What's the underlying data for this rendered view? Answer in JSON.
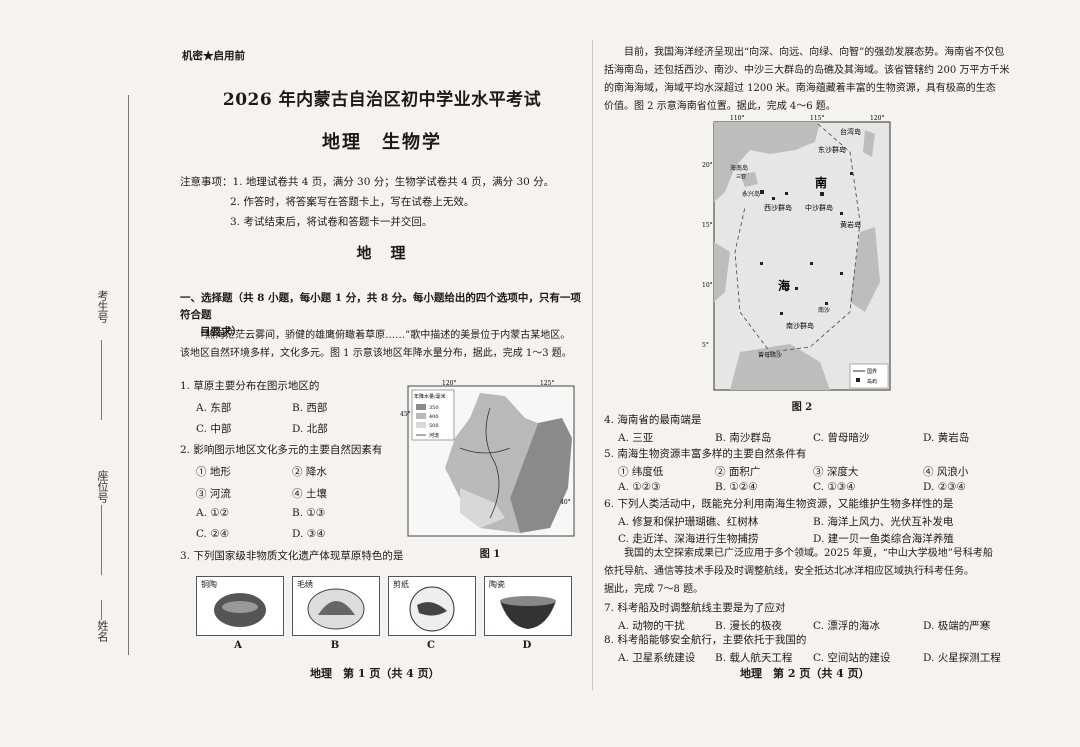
{
  "left_margin": {
    "kaohao": "考生号",
    "zuoweihao": "座位号",
    "xingming": "姓名"
  },
  "left_page": {
    "secret": "机密★启用前",
    "exam_title": "2026 年内蒙古自治区初中学业水平考试",
    "subject_title": "地理　生物学",
    "notes": [
      "注意事项：1. 地理试卷共 4 页，满分 30 分；生物学试卷共 4 页，满分 30 分。",
      "2. 作答时，将答案写在答题卡上，写在试卷上无效。",
      "3. 考试结束后，将试卷和答题卡一并交回。"
    ],
    "section_title": "地　理",
    "instruction_1": "一、选择题（共 8 小题，每小题 1 分，共 8 分。每小题给出的四个选项中，只有一项符合题",
    "instruction_2": "目要求）",
    "intro_1": "“热海茫茫云雾间，骄健的雄鹰俯瞰着草原……”歌中描述的美景位于内蒙古某地区。",
    "intro_2": "该地区自然环境多样，文化多元。图 1 示意该地区年降水量分布，据此，完成 1～3 题。",
    "q1": "1. 草原主要分布在图示地区的",
    "q1_opts": [
      "A. 东部",
      "B. 西部",
      "C. 中部",
      "D. 北部"
    ],
    "q2": "2. 影响图示地区文化多元的主要自然因素有",
    "q2_items": [
      "① 地形",
      "② 降水",
      "③ 河流",
      "④ 土壤"
    ],
    "q2_opts": [
      "A. ①②",
      "B. ①③",
      "C. ②④",
      "D. ③④"
    ],
    "q3": "3. 下列国家级非物质文化遗产体现草原特色的是",
    "fig1_label": "图 1",
    "fig1_legend_title": "年降水量/毫米",
    "fig1_legend": [
      "350",
      "400",
      "500"
    ],
    "fig1_lat": [
      "45°",
      "40°"
    ],
    "fig1_lon": [
      "120°",
      "125°"
    ],
    "fig1_river": "河流",
    "thumbs": [
      {
        "cap": "铜陶",
        "letter": "A"
      },
      {
        "cap": "毛绣",
        "letter": "B"
      },
      {
        "cap": "剪纸",
        "letter": "C"
      },
      {
        "cap": "陶瓷",
        "letter": "D"
      }
    ],
    "footer": "地理　第 1 页（共 4 页）"
  },
  "right_page": {
    "intro_1": "目前，我国海洋经济呈现出“向深、向远、向绿、向智”的强劲发展态势。海南省不仅包",
    "intro_2": "括海南岛，还包括西沙、南沙、中沙三大群岛的岛礁及其海域。该省管辖约 200 万平方千米",
    "intro_3": "的南海海域，海域平均水深超过 1200 米。南海蕴藏着丰富的生物资源，具有极高的生态",
    "intro_4": "价值。图 2 示意海南省位置。据此，完成 4～6 题。",
    "map_labels": {
      "taiwan": "台湾岛",
      "dongsha": "东沙群岛",
      "hainan": "海南岛",
      "xisha": "西沙群岛",
      "yongxing": "永兴岛",
      "huangyan": "黄岩岛",
      "zhongsha": "中沙群岛",
      "nan": "南",
      "hai": "海",
      "nansha": "南沙群岛",
      "zengmu": "曾母暗沙",
      "sanya": "三亚",
      "nanzhao": "南沙"
    },
    "map_lon": [
      "110°",
      "115°",
      "120°"
    ],
    "map_lat": [
      "20°",
      "15°",
      "10°",
      "5°"
    ],
    "map_legend": [
      "国界",
      "岛屿"
    ],
    "fig2_label": "图 2",
    "q4": "4. 海南省的最南端是",
    "q4_opts": [
      "A. 三亚",
      "B. 南沙群岛",
      "C. 曾母暗沙",
      "D. 黄岩岛"
    ],
    "q5": "5. 南海生物资源丰富多样的主要自然条件有",
    "q5_items": [
      "① 纬度低",
      "② 面积广",
      "③ 深度大",
      "④ 风浪小"
    ],
    "q5_opts": [
      "A. ①②③",
      "B. ①②④",
      "C. ①③④",
      "D. ②③④"
    ],
    "q6": "6. 下列人类活动中，既能充分利用南海生物资源，又能维护生物多样性的是",
    "q6_opts": [
      "A. 修复和保护珊瑚礁、红树林",
      "B. 海洋上风力、光伏互补发电",
      "C. 走近洋、深海进行生物捕捞",
      "D. 建一贝一鱼类综合海洋养殖"
    ],
    "intro2_1": "我国的太空探索成果已广泛应用于多个领域。2025 年夏，“中山大学极地”号科考船",
    "intro2_2": "依托导航、通信等技术手段及时调整航线，安全抵达北冰洋相应区域执行科考任务。",
    "intro2_3": "据此，完成 7～8 题。",
    "q7": "7. 科考船及时调整航线主要是为了应对",
    "q7_opts": [
      "A. 动物的干扰",
      "B. 漫长的极夜",
      "C. 漂浮的海冰",
      "D. 极端的严寒"
    ],
    "q8": "8. 科考船能够安全航行，主要依托于我国的",
    "q8_opts": [
      "A. 卫星系统建设",
      "B. 载人航天工程",
      "C. 空间站的建设",
      "D. 火星探测工程"
    ],
    "footer": "地理　第 2 页（共 4 页）"
  },
  "colors": {
    "paper": "#f4f3f0",
    "ink": "#1a1a1a",
    "map_sea": "#e4e4e4",
    "map_land": "#bdbdbd"
  }
}
